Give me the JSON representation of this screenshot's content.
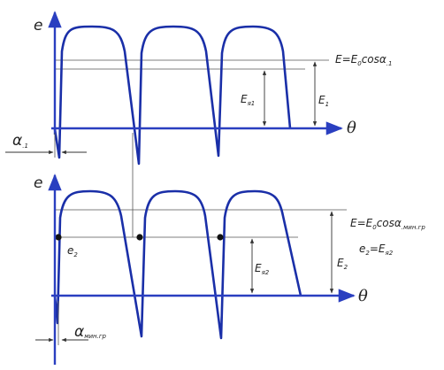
{
  "top_plot": {
    "y_axis_label": "e",
    "x_axis_label": "θ",
    "formula_base": "E=E",
    "formula_sub0": "0",
    "formula_mid": "cosα",
    "formula_sub1": ".1",
    "e1_base": "E",
    "e1_sub": "1",
    "eya1_base": "E",
    "eya1_sub": "я1",
    "alpha_base": "α",
    "alpha_sub": ".1"
  },
  "bottom_plot": {
    "y_axis_label": "e",
    "x_axis_label": "θ",
    "formula_base": "E=E",
    "formula_sub0": "0",
    "formula_mid": "cosα",
    "formula_sub1": ".мин.гр",
    "eq2_base": "e",
    "eq2_sub": "2",
    "eq2_mid": "=E",
    "eq2_sub2": "я2",
    "e2_point_base": "e",
    "e2_point_sub": "2",
    "e2_base": "E",
    "e2_sub": "2",
    "eya2_base": "E",
    "eya2_sub": "я2",
    "alpha_base": "α",
    "alpha_sub": "мин.гр"
  },
  "colors": {
    "curve": "#1a2fa8",
    "axis": "#2a3fc0",
    "thin": "#555555"
  }
}
